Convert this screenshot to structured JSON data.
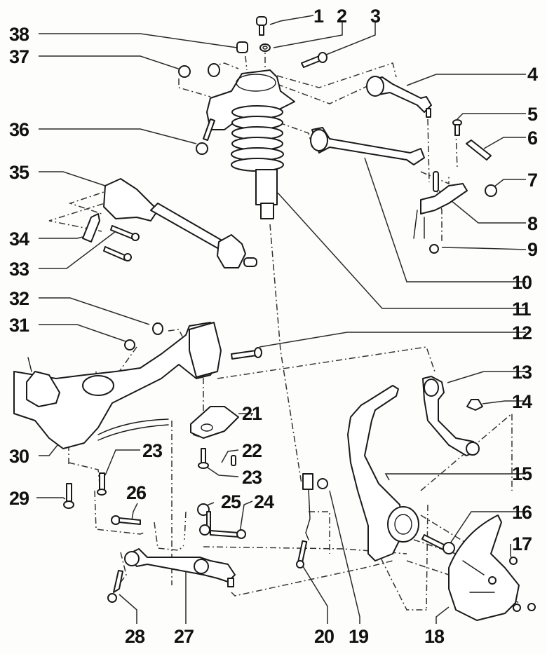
{
  "diagram": {
    "subject": "Front suspension exploded view",
    "ink_color": "#1a1a1a",
    "background_color": "#fdfdfb",
    "callouts": [
      {
        "num": "1",
        "part": "top-mount-bolt"
      },
      {
        "num": "2",
        "part": "washer"
      },
      {
        "num": "3",
        "part": "bolt"
      },
      {
        "num": "4",
        "part": "upper-control-arm-front"
      },
      {
        "num": "5",
        "part": "bolt"
      },
      {
        "num": "6",
        "part": "clamp-bolt"
      },
      {
        "num": "7",
        "part": "nut"
      },
      {
        "num": "8",
        "part": "pinch-bolt"
      },
      {
        "num": "9",
        "part": "nut"
      },
      {
        "num": "10",
        "part": "upper-control-arm-rear"
      },
      {
        "num": "11",
        "part": "shock-absorber-strut"
      },
      {
        "num": "12",
        "part": "bolt"
      },
      {
        "num": "13",
        "part": "track-control-arm"
      },
      {
        "num": "14",
        "part": "self-locking-nut"
      },
      {
        "num": "15",
        "part": "wheel-bearing-housing"
      },
      {
        "num": "16",
        "part": "drive-shaft-bolt"
      },
      {
        "num": "17",
        "part": "bolt"
      },
      {
        "num": "18",
        "part": "splash-plate"
      },
      {
        "num": "19",
        "part": "nut"
      },
      {
        "num": "20",
        "part": "bolt"
      },
      {
        "num": "21",
        "part": "bracket"
      },
      {
        "num": "22",
        "part": "bolt"
      },
      {
        "num": "23",
        "part": "bolt"
      },
      {
        "num": "24",
        "part": "bolt"
      },
      {
        "num": "25",
        "part": "coupling-rod"
      },
      {
        "num": "26",
        "part": "bolt"
      },
      {
        "num": "27",
        "part": "lower-guide-link"
      },
      {
        "num": "28",
        "part": "bolt"
      },
      {
        "num": "29",
        "part": "bolt"
      },
      {
        "num": "30",
        "part": "subframe"
      },
      {
        "num": "31",
        "part": "nut"
      },
      {
        "num": "32",
        "part": "nut"
      },
      {
        "num": "33",
        "part": "bolts"
      },
      {
        "num": "34",
        "part": "lock-plate"
      },
      {
        "num": "35",
        "part": "drive-shaft"
      },
      {
        "num": "36",
        "part": "bolt"
      },
      {
        "num": "37",
        "part": "nuts"
      },
      {
        "num": "38",
        "part": "nut"
      }
    ],
    "duplicate_labels": [
      {
        "num": "23",
        "part": "bolt-lower"
      }
    ]
  }
}
